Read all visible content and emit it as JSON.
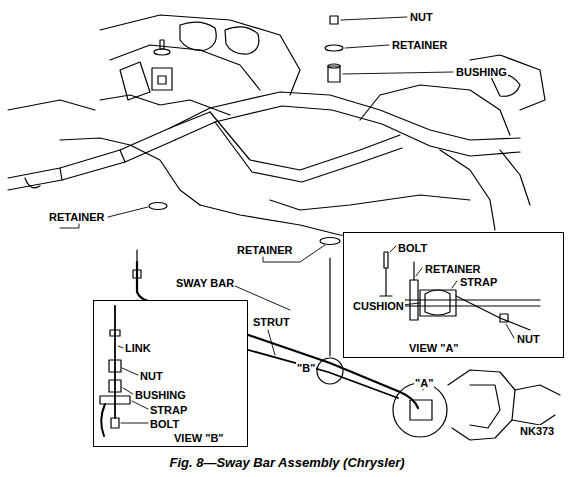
{
  "diagram": {
    "caption": "Fig. 8—Sway Bar Assembly (Chrysler)",
    "nodes": [
      {
        "text": [
          "BOLT",
          "RETAINER",
          "STRAP",
          "CUSHION",
          "NUT",
          "VIEW \"A\""
        ]
      },
      {
        "text": [
          "LINK",
          "NUT",
          "BUSHING",
          "STRAP",
          "BOLT",
          "VIEW \"B\""
        ]
      }
    ],
    "labels": [
      "NUT",
      "RETAINER",
      "BUSHING",
      "RETAINER",
      "RETAINER",
      "SWAY BAR",
      "STRUT",
      "\"B\"",
      "\"A\"",
      "NK373"
    ]
  }
}
